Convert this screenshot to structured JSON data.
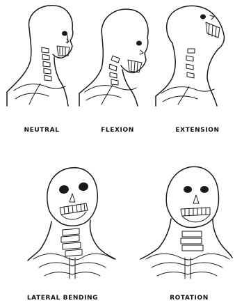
{
  "labels": {
    "neutral": "NEUTRAL",
    "flexion": "FLEXION",
    "extension": "EXTENSION",
    "lateral_bending": "LATERAL BENDING",
    "rotation": "ROTATION"
  }
}
